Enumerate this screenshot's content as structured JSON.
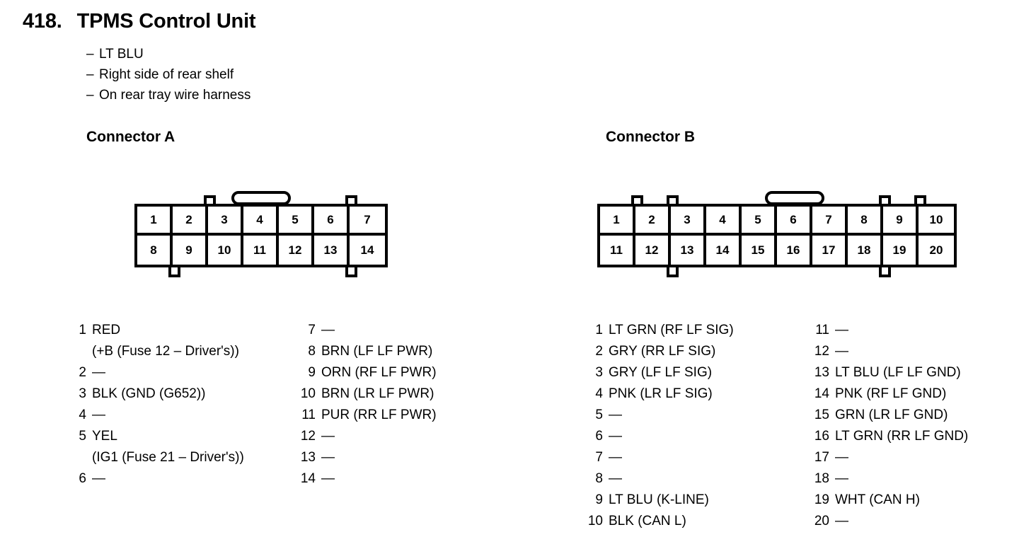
{
  "header": {
    "number": "418.",
    "title": "TPMS Control Unit",
    "notes": [
      "LT BLU",
      "Right side of rear shelf",
      "On rear tray wire harness"
    ],
    "dash": "–"
  },
  "connectors": [
    {
      "id": "a",
      "heading": "Connector A",
      "columns": 7,
      "rows": [
        [
          "1",
          "2",
          "3",
          "4",
          "5",
          "6",
          "7"
        ],
        [
          "8",
          "9",
          "10",
          "11",
          "12",
          "13",
          "14"
        ]
      ],
      "top_tabs": [
        2,
        6
      ],
      "bottom_tabs": [
        1,
        6
      ],
      "latch_after_column": 3,
      "pins_left": [
        {
          "num": "1",
          "label": "RED",
          "cont": "(+B (Fuse 12 – Driver's))"
        },
        {
          "num": "2",
          "label": "—"
        },
        {
          "num": "3",
          "label": "BLK (GND (G652))"
        },
        {
          "num": "4",
          "label": "—"
        },
        {
          "num": "5",
          "label": "YEL",
          "cont": "(IG1 (Fuse 21 – Driver's))"
        },
        {
          "num": "6",
          "label": "—"
        }
      ],
      "pins_right": [
        {
          "num": "7",
          "label": "—"
        },
        {
          "num": "8",
          "label": "BRN (LF LF PWR)"
        },
        {
          "num": "9",
          "label": "ORN (RF LF PWR)"
        },
        {
          "num": "10",
          "label": "BRN (LR LF PWR)"
        },
        {
          "num": "11",
          "label": "PUR (RR LF PWR)"
        },
        {
          "num": "12",
          "label": "—"
        },
        {
          "num": "13",
          "label": "—"
        },
        {
          "num": "14",
          "label": "—"
        }
      ]
    },
    {
      "id": "b",
      "heading": "Connector B",
      "columns": 10,
      "rows": [
        [
          "1",
          "2",
          "3",
          "4",
          "5",
          "6",
          "7",
          "8",
          "9",
          "10"
        ],
        [
          "11",
          "12",
          "13",
          "14",
          "15",
          "16",
          "17",
          "18",
          "19",
          "20"
        ]
      ],
      "top_tabs": [
        1,
        2,
        8,
        9
      ],
      "bottom_tabs": [
        2,
        8
      ],
      "latch_after_column": 5,
      "pins_left": [
        {
          "num": "1",
          "label": "LT GRN (RF LF SIG)"
        },
        {
          "num": "2",
          "label": "GRY (RR LF SIG)"
        },
        {
          "num": "3",
          "label": "GRY (LF LF SIG)"
        },
        {
          "num": "4",
          "label": "PNK (LR LF SIG)"
        },
        {
          "num": "5",
          "label": "—"
        },
        {
          "num": "6",
          "label": "—"
        },
        {
          "num": "7",
          "label": "—"
        },
        {
          "num": "8",
          "label": "—"
        },
        {
          "num": "9",
          "label": "LT BLU (K-LINE)"
        },
        {
          "num": "10",
          "label": "BLK (CAN L)"
        }
      ],
      "pins_right": [
        {
          "num": "11",
          "label": "—"
        },
        {
          "num": "12",
          "label": "—"
        },
        {
          "num": "13",
          "label": "LT BLU (LF LF GND)"
        },
        {
          "num": "14",
          "label": "PNK (RF LF GND)"
        },
        {
          "num": "15",
          "label": "GRN (LR LF GND)"
        },
        {
          "num": "16",
          "label": "LT GRN (RR LF GND)"
        },
        {
          "num": "17",
          "label": "—"
        },
        {
          "num": "18",
          "label": "—"
        },
        {
          "num": "19",
          "label": "WHT (CAN H)"
        },
        {
          "num": "20",
          "label": "—"
        }
      ]
    }
  ],
  "colors": {
    "ink": "#000000",
    "paper": "#ffffff"
  }
}
